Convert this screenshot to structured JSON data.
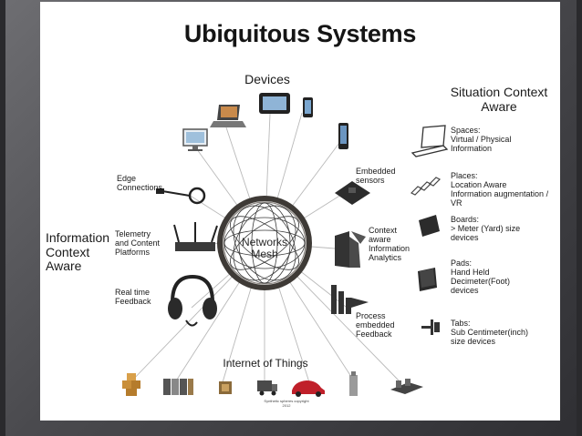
{
  "title": "Ubiquitous Systems",
  "devices": "Devices",
  "situation_context": "Situation Context\nAware",
  "information_context": "Information\nContext\nAware",
  "center": "Networks\nMesh",
  "internet_of_things": "Internet  of Things",
  "edge_connections": "Edge\nConnections",
  "telemetry": "Telemetry\nand Content\nPlatforms",
  "realtime": "Real time\nFeedback",
  "embedded_sensors": "Embedded\nsensors",
  "context_analytics": "Context\naware\nInformation\nAnalytics",
  "process_feedback": "Process\nembedded\nFeedback",
  "spaces": "Spaces:\nVirtual / Physical\nInformation",
  "places": "Places:\nLocation Aware\nInformation augmentation / VR",
  "boards": "Boards:\n> Meter (Yard) size\ndevices",
  "pads": "Pads:\nHand Held\nDecimeter(Foot)\ndevices",
  "tabs": "Tabs:\nSub Centimeter(inch)\nsize devices",
  "copyright": "Synthetic spheres copyright\n2012"
}
